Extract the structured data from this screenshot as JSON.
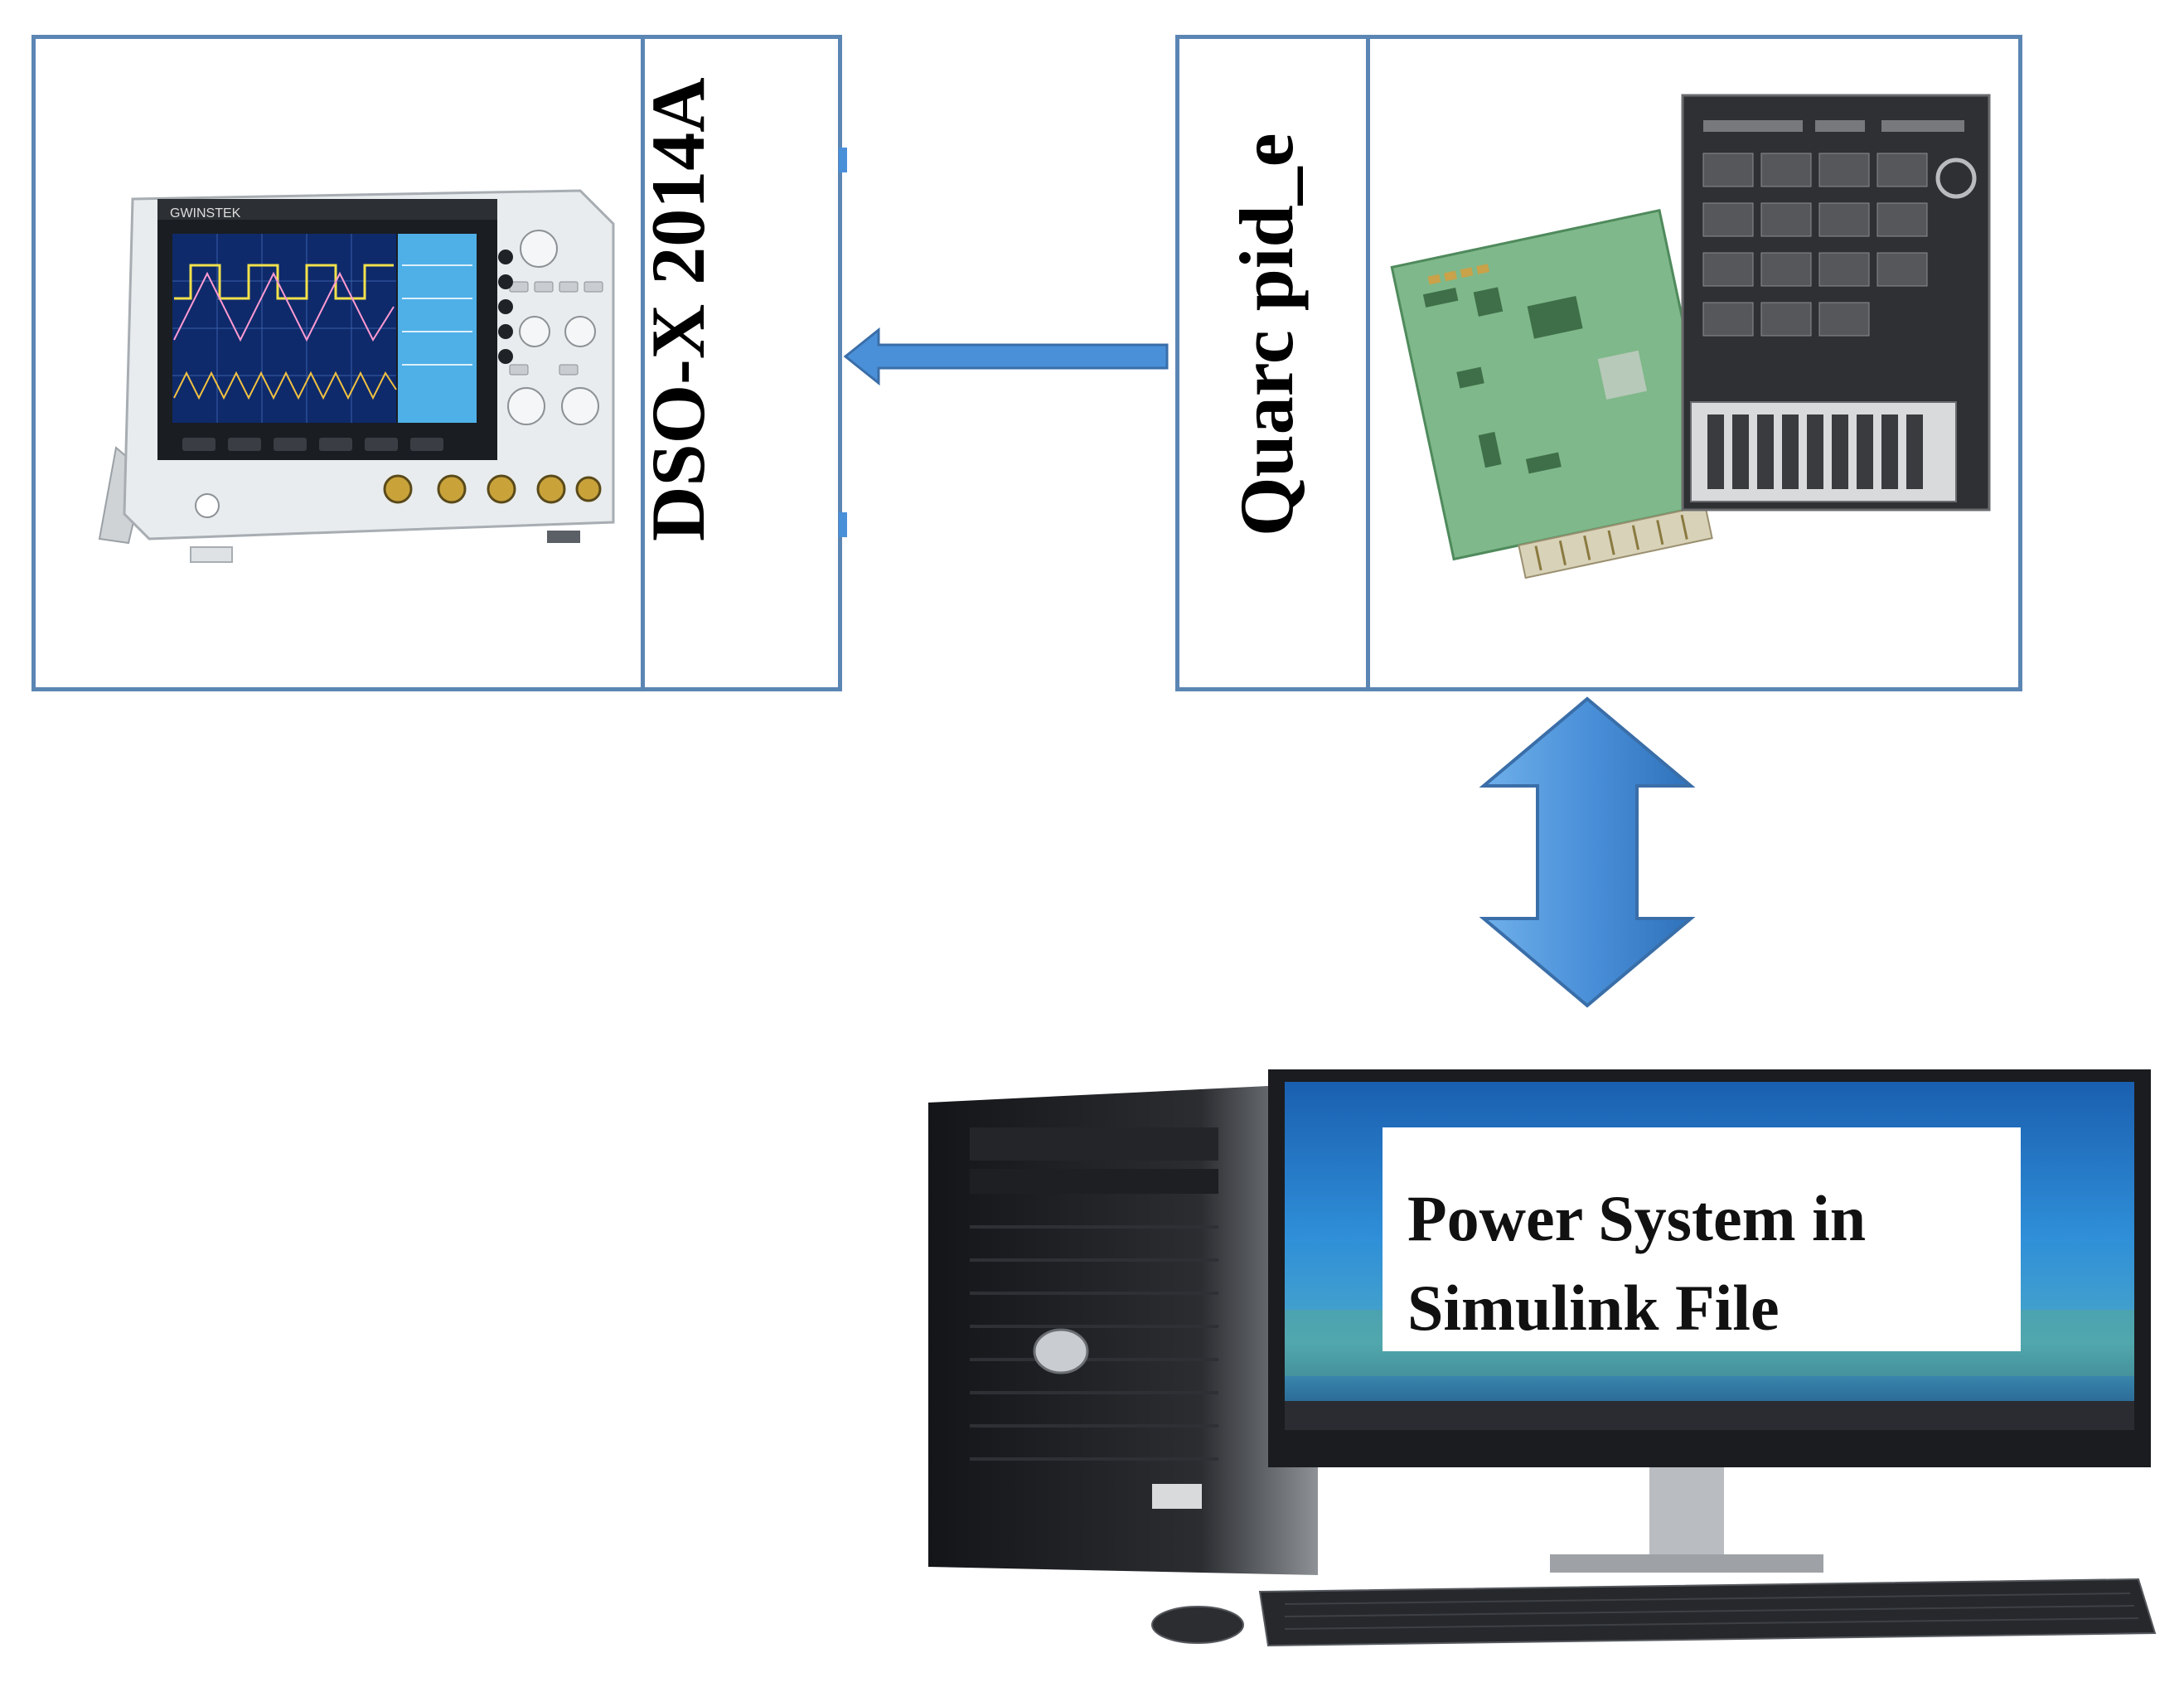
{
  "oscilloscope_block": {
    "label": "DSO-X 2014A",
    "image": "oscilloscope-photo",
    "device_brand": "GWINSTEK"
  },
  "daq_block": {
    "label": "Quarc pid_e",
    "image": "daq-boards-photo"
  },
  "computer_block": {
    "image": "desktop-computer-photo",
    "screen_label_line1": "Power System in",
    "screen_label_line2": "Simulink File"
  },
  "connections": [
    {
      "from": "daq_block",
      "to": "oscilloscope_block",
      "type": "single-arrow"
    },
    {
      "from": "daq_block",
      "to": "computer_block",
      "type": "double-arrow"
    }
  ],
  "colors": {
    "box_border": "#5b86b4",
    "arrow_fill": "#4a90d9",
    "arrow_stroke": "#3a6ea8",
    "text": "#000000"
  }
}
